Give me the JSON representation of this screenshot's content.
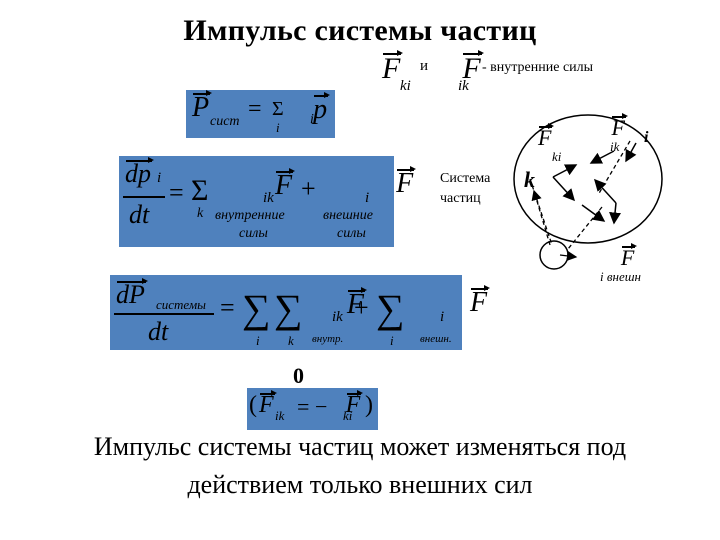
{
  "slide": {
    "title": "Импульс системы частиц",
    "conclusion_line1": "Импульс системы частиц может изменяться под",
    "conclusion_line2": "действием только внешних сил"
  },
  "header_formula": {
    "f_letter": "F",
    "sub_ki": "ki",
    "and": "и",
    "sub_ik": "ik",
    "note": "- внутренние силы"
  },
  "formula1": {
    "P": "P",
    "sub": "сист",
    "eq": "=",
    "sum": "Σ",
    "p": "p",
    "sub_i": "i",
    "under_i": "i"
  },
  "formula2": {
    "num": "dp",
    "num_sub": "i",
    "den": "dt",
    "eq": "=",
    "sum": "Σ",
    "under_k": "k",
    "F1": "F",
    "F1_sub": "ik",
    "plus": "+",
    "F2": "F",
    "F2_sub": "i",
    "label1_line1": "внутренние",
    "label1_line2": "силы",
    "label2_line1": "внешние",
    "label2_line2": "силы"
  },
  "formula3": {
    "num": "dP",
    "num_sub": "системы",
    "den": "dt",
    "eq": "=",
    "sum": "∑",
    "under_i": "i",
    "under_k": "k",
    "F1": "F",
    "F1_sub": "ik",
    "label1": "внутр.",
    "plus": "+",
    "under_i2": "i",
    "F2": "F",
    "F2_sub": "i",
    "label2": "внешн."
  },
  "formula4": {
    "zero": "0",
    "open": "(",
    "F1": "F",
    "F1_sub": "ik",
    "eq": "=",
    "minus": "−",
    "F2": "F",
    "F2_sub": "ki",
    "close": ")"
  },
  "diagram": {
    "label_line1": "Система",
    "label_line2": "частиц",
    "F_ki": "F",
    "F_ki_sub": "ki",
    "F_ik": "F",
    "F_ik_sub": "ik",
    "k": "k",
    "i": "i",
    "F_ext": "F",
    "F_ext_sub": "i внешн"
  }
}
